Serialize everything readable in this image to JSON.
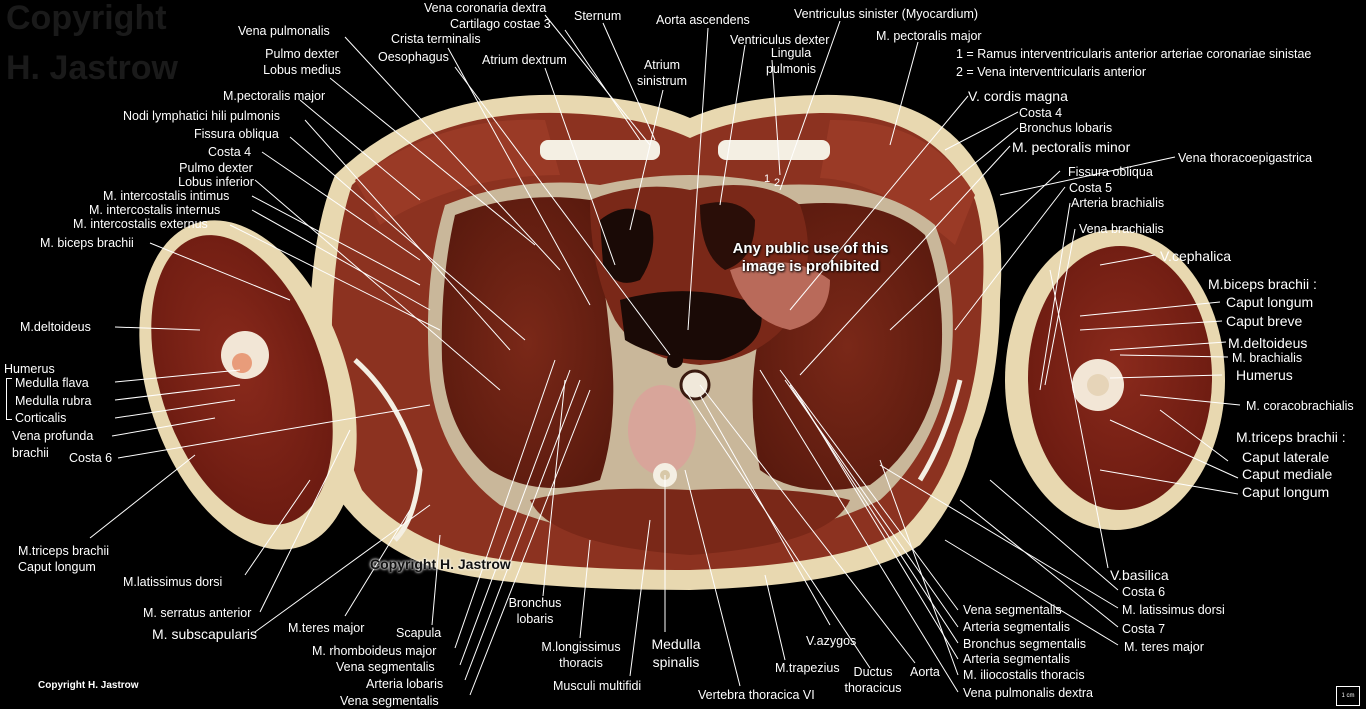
{
  "watermark": [
    "Copyright",
    "H. Jastrow"
  ],
  "notes": {
    "n1": "1 = Ramus interventricularis anterior arteriae coronariae sinistae",
    "n2": "2 = Vena interventricularis anterior"
  },
  "warning": [
    "Any public use of this",
    "image is prohibited"
  ],
  "copyright_center": "Copyright H. Jastrow",
  "copyright_corner": "Copyright H. Jastrow",
  "scale_label": "1 cm",
  "structure_numbers": {
    "one": "1",
    "two": "2"
  },
  "labels_left": {
    "vena_pulmonalis": "Vena pulmonalis",
    "pulmo_dexter_medius_1": "Pulmo dexter",
    "pulmo_dexter_medius_2": "Lobus medius",
    "m_pectoralis_major_l": "M.pectoralis major",
    "nodi_lymphatici": "Nodi lymphatici hili pulmonis",
    "fissura_obliqua_l": "Fissura obliqua",
    "costa4_l": "Costa 4",
    "pulmo_dexter_inf_1": "Pulmo dexter",
    "pulmo_dexter_inf_2": "Lobus inferior",
    "m_intercostalis_intimus": "M. intercostalis intimus",
    "m_intercostalis_internus": "M. intercostalis internus",
    "m_intercostalis_externus": "M. intercostalis externus",
    "m_biceps_brachii_l": "M. biceps brachii",
    "m_deltoideus_l": "M.deltoideus",
    "humerus_l": "Humerus",
    "medulla_flava": "Medulla flava",
    "medulla_rubra": "Medulla rubra",
    "corticalis": "Corticalis",
    "vena_profunda_1": "Vena profunda",
    "vena_profunda_2": "brachii",
    "costa6_l": "Costa 6",
    "triceps_l_1": "M.triceps brachii",
    "triceps_l_2": "Caput longum",
    "latissimus_l": "M.latissimus dorsi",
    "serratus": "M. serratus anterior",
    "subscapularis": "M. subscapularis",
    "teres_major_l": "M.teres major",
    "scapula": "Scapula",
    "rhomboideus": "M. rhomboideus major",
    "vena_segmentalis_bl1": "Vena segmentalis",
    "arteria_lobaris": "Arteria lobaris",
    "vena_segmentalis_bl2": "Vena segmentalis"
  },
  "labels_top": {
    "vena_coronaria": "Vena coronaria dextra",
    "cartilago": "Cartilago costae 3",
    "sternum": "Sternum",
    "crista": "Crista terminalis",
    "oesophagus": "Oesophagus",
    "atrium_dextrum": "Atrium dextrum",
    "aorta_ascendens": "Aorta ascendens",
    "atrium_sinistrum_1": "Atrium",
    "atrium_sinistrum_2": "sinistrum",
    "ventriculus_sinister": "Ventriculus sinister (Myocardium)",
    "ventriculus_dexter": "Ventriculus dexter",
    "lingula_1": "Lingula",
    "lingula_2": "pulmonis",
    "m_pectoralis_major_r": "M. pectoralis major"
  },
  "labels_right": {
    "v_cordis": "V. cordis magna",
    "costa4_r": "Costa 4",
    "bronchus_lobaris_r": "Bronchus lobaris",
    "pectoralis_minor": "M. pectoralis minor",
    "vena_thoracoepi": "Vena thoracoepigastrica",
    "fissura_obliqua_r": "Fissura obliqua",
    "costa5": "Costa 5",
    "arteria_brachialis": "Arteria brachialis",
    "vena_brachialis": "Vena brachialis",
    "v_cephalica": "V.cephalica",
    "biceps_r": "M.biceps brachii :",
    "caput_longum_b": "Caput longum",
    "caput_breve": "Caput breve",
    "deltoideus_r": "M.deltoideus",
    "brachialis": "M. brachialis",
    "humerus_r": "Humerus",
    "coracobrachialis": "M. coracobrachialis",
    "triceps_r": "M.triceps brachii :",
    "caput_laterale": "Caput laterale",
    "caput_mediale": "Caput mediale",
    "caput_longum_t": "Caput longum",
    "v_basilica": "V.basilica",
    "costa6_r": "Costa 6",
    "latissimus_r": "M. latissimus dorsi",
    "costa7": "Costa 7",
    "teres_major_r": "M. teres major"
  },
  "labels_bottom": {
    "bronchus_lobaris_1": "Bronchus",
    "bronchus_lobaris_2": "lobaris",
    "longissimus_1": "M.longissimus",
    "longissimus_2": "thoracis",
    "medulla_spinalis_1": "Medulla",
    "medulla_spinalis_2": "spinalis",
    "multifidi": "Musculi multifidi",
    "vertebra": "Vertebra thoracica VI",
    "trapezius": "M.trapezius",
    "azygos": "V.azygos",
    "ductus_1": "Ductus",
    "ductus_2": "thoracicus",
    "aorta": "Aorta",
    "vena_segmentalis_br": "Vena segmentalis",
    "arteria_segmentalis_br1": "Arteria segmentalis",
    "bronchus_segmentalis": "Bronchus segmentalis",
    "arteria_segmentalis_br2": "Arteria segmentalis",
    "iliocostalis": "M. iliocostalis thoracis",
    "vena_pulm_dextra": "Vena pulmonalis dextra"
  }
}
